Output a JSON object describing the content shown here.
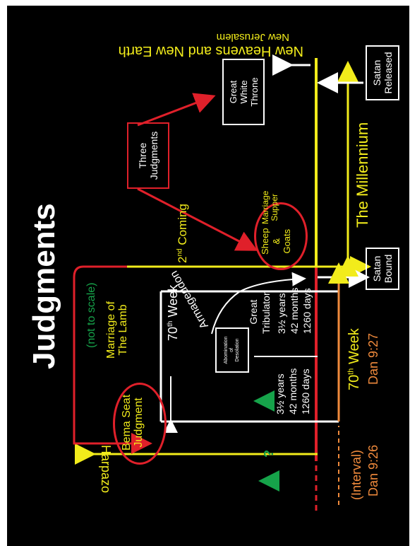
{
  "title": "Judgments",
  "subtitle": "(not to scale)",
  "labels": {
    "marriage_lamb_1": "Marriage of",
    "marriage_lamb_2": "The Lamb",
    "bema_1": "Bema Seat",
    "bema_2": "Judgment",
    "seventieth_week_top_num": "70",
    "seventieth_week_top_sup": "th",
    "seventieth_week_top_word": "Week",
    "armageddon": "Armageddon",
    "abomination": [
      "Abomination",
      "of",
      "Desolation"
    ],
    "left_half": [
      "3½ years",
      "42 months",
      "1260 days"
    ],
    "great_trib_title": [
      "Great",
      "Tribulaton"
    ],
    "great_trib": [
      "3½ years",
      "42 months",
      "1260 days"
    ],
    "harpazo": "Harpazo",
    "question": "?",
    "second_coming_num": "2",
    "second_coming_sup": "nd",
    "second_coming_word": "Coming",
    "sheep_goats": [
      "Sheep",
      "&",
      "Goats"
    ],
    "marriage_supper": [
      "Marriage",
      "Supper"
    ],
    "three_judgments": [
      "Three",
      "Judgments"
    ],
    "great_white_throne": [
      "Great",
      "White",
      "Throne"
    ],
    "millennium": "The Millennium",
    "satan_bound": [
      "Satan",
      "Bound"
    ],
    "satan_released": [
      "Satan",
      "Released"
    ],
    "new_heavens": "New Heavens and New Earth",
    "new_jerusalem": "New Jerusalem",
    "seventieth_week_bottom_num": "70",
    "seventieth_week_bottom_sup": "th",
    "seventieth_week_bottom_word": "Week",
    "dan927": "Dan 9:27",
    "interval": "(Interval)",
    "dan926": "Dan 9:26"
  },
  "colors": {
    "background": "#000000",
    "yellow": "#f2ec1b",
    "red": "#e0202a",
    "orange": "#f08a3c",
    "green": "#16a34a",
    "white": "#ffffff"
  }
}
